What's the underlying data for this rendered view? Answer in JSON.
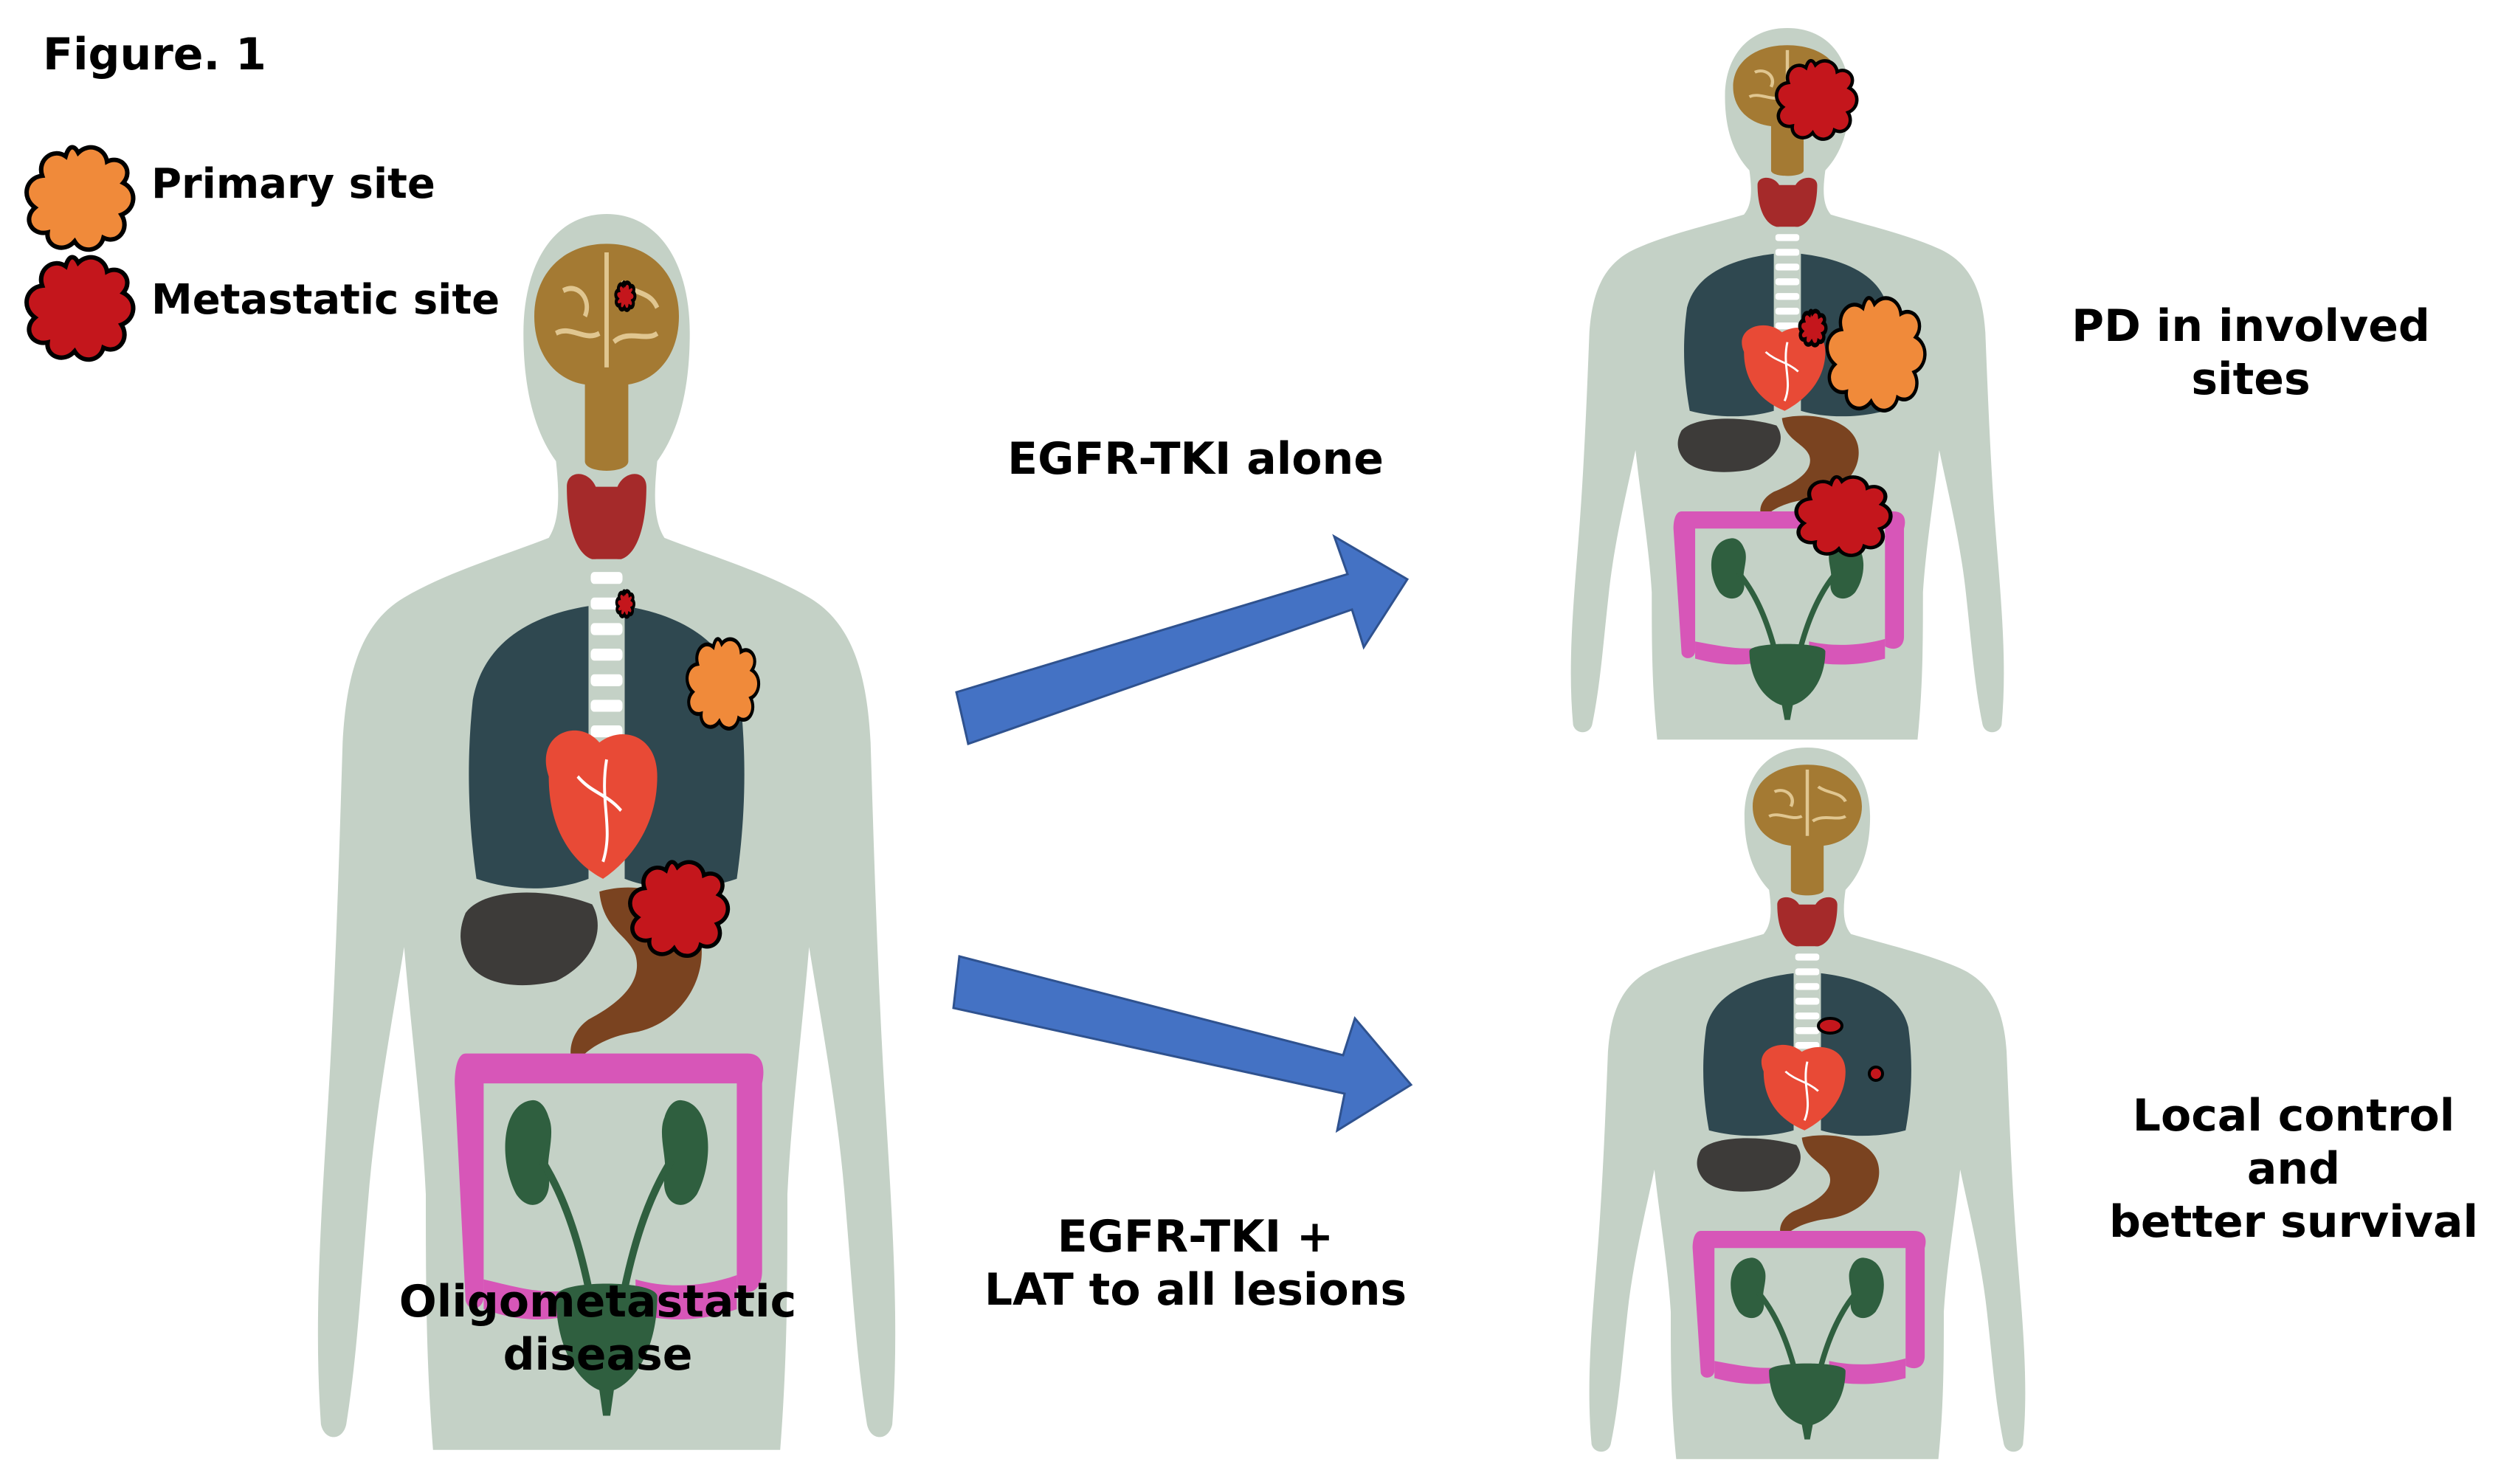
{
  "figure_label": "Figure. 1",
  "legend": {
    "primary": {
      "label": "Primary site",
      "color": "#f08a3a"
    },
    "metastatic": {
      "label": "Metastatic site",
      "color": "#c4161c"
    }
  },
  "bodies": {
    "left": {
      "caption_line1": "Oligometastatic",
      "caption_line2": "disease"
    },
    "top_right": {
      "caption_line1": "PD in involved",
      "caption_line2": "sites"
    },
    "bottom_right": {
      "caption_line1": "Local control and",
      "caption_line2": "better survival"
    }
  },
  "arrows": {
    "upper": {
      "label": "EGFR-TKI alone",
      "color": "#4472c4"
    },
    "lower": {
      "label_line1": "EGFR-TKI +",
      "label_line2": "LAT to all lesions",
      "color": "#4472c4"
    }
  },
  "colors": {
    "body": "#c4d1c6",
    "brain": "#a47a33",
    "thyroid": "#a52a2a",
    "lungs": "#2f4850",
    "heart": "#e84a36",
    "liver": "#3d3b39",
    "stomach": "#7a4320",
    "intestine": "#d756b8",
    "kidney": "#2f5f3f",
    "bladder": "#2f5f3f",
    "trachea": "#ffffff"
  }
}
